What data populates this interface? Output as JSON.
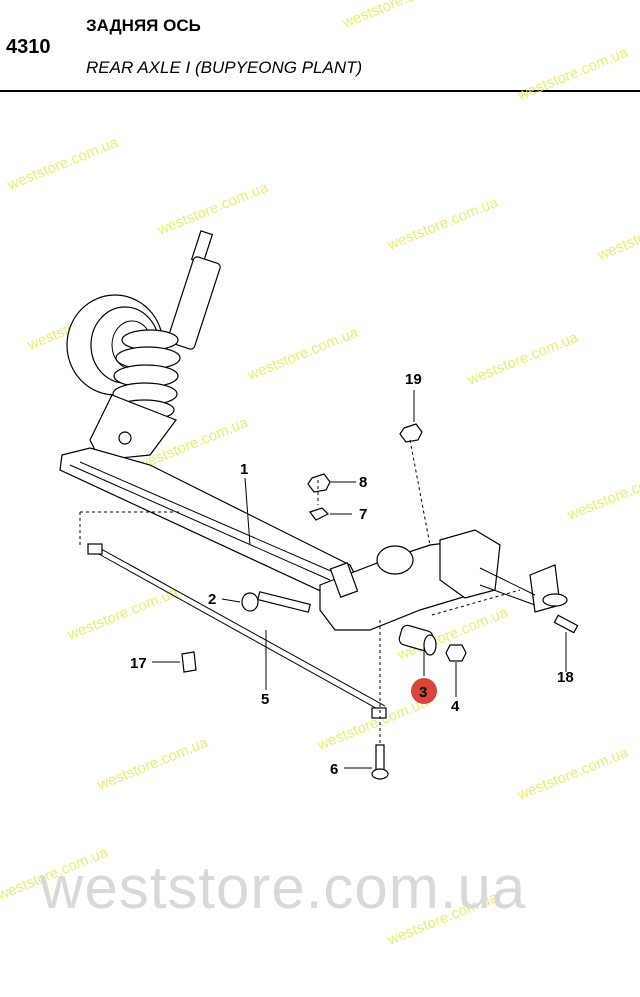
{
  "header": {
    "code": "4310",
    "title_ru": "ЗАДНЯЯ ОСЬ",
    "title_en": "REAR AXLE I (BUPYEONG PLANT)"
  },
  "watermark": {
    "small_text": "weststore.com.ua",
    "big_text": "weststore.com.ua"
  },
  "callouts": [
    {
      "id": "c1",
      "label": "1"
    },
    {
      "id": "c2",
      "label": "2"
    },
    {
      "id": "c3",
      "label": "3",
      "highlight": true
    },
    {
      "id": "c4",
      "label": "4"
    },
    {
      "id": "c5",
      "label": "5"
    },
    {
      "id": "c6",
      "label": "6"
    },
    {
      "id": "c7",
      "label": "7"
    },
    {
      "id": "c8",
      "label": "8"
    },
    {
      "id": "c17",
      "label": "17"
    },
    {
      "id": "c18",
      "label": "18"
    },
    {
      "id": "c19",
      "label": "19"
    }
  ],
  "colors": {
    "highlight": "#d9453a",
    "watermark": "#e8e85a"
  }
}
